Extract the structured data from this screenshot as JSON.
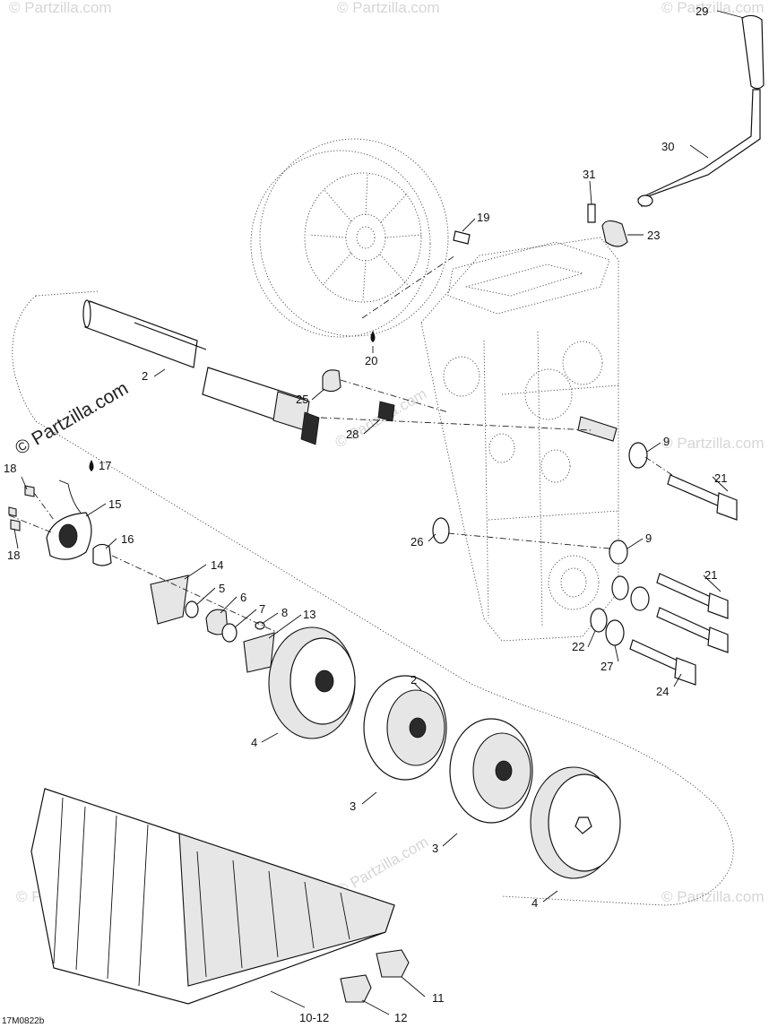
{
  "diagram": {
    "reference_code": "17M0822b",
    "watermark_main": "© Partzilla.com",
    "watermark_faint": "© Partzilla.com"
  },
  "callouts": {
    "c2a": "2",
    "c2b": "2",
    "c3a": "3",
    "c3b": "3",
    "c4a": "4",
    "c4b": "4",
    "c5": "5",
    "c6": "6",
    "c7": "7",
    "c8": "8",
    "c9a": "9",
    "c9b": "9",
    "c10_12": "10-12",
    "c11": "11",
    "c12": "12",
    "c13": "13",
    "c14": "14",
    "c15": "15",
    "c16": "16",
    "c17": "17",
    "c18a": "18",
    "c18b": "18",
    "c19": "19",
    "c20": "20",
    "c21a": "21",
    "c21b": "21",
    "c22": "22",
    "c23": "23",
    "c24": "24",
    "c25": "25",
    "c26": "26",
    "c27": "27",
    "c28": "28",
    "c29": "29",
    "c30": "30",
    "c31": "31"
  }
}
